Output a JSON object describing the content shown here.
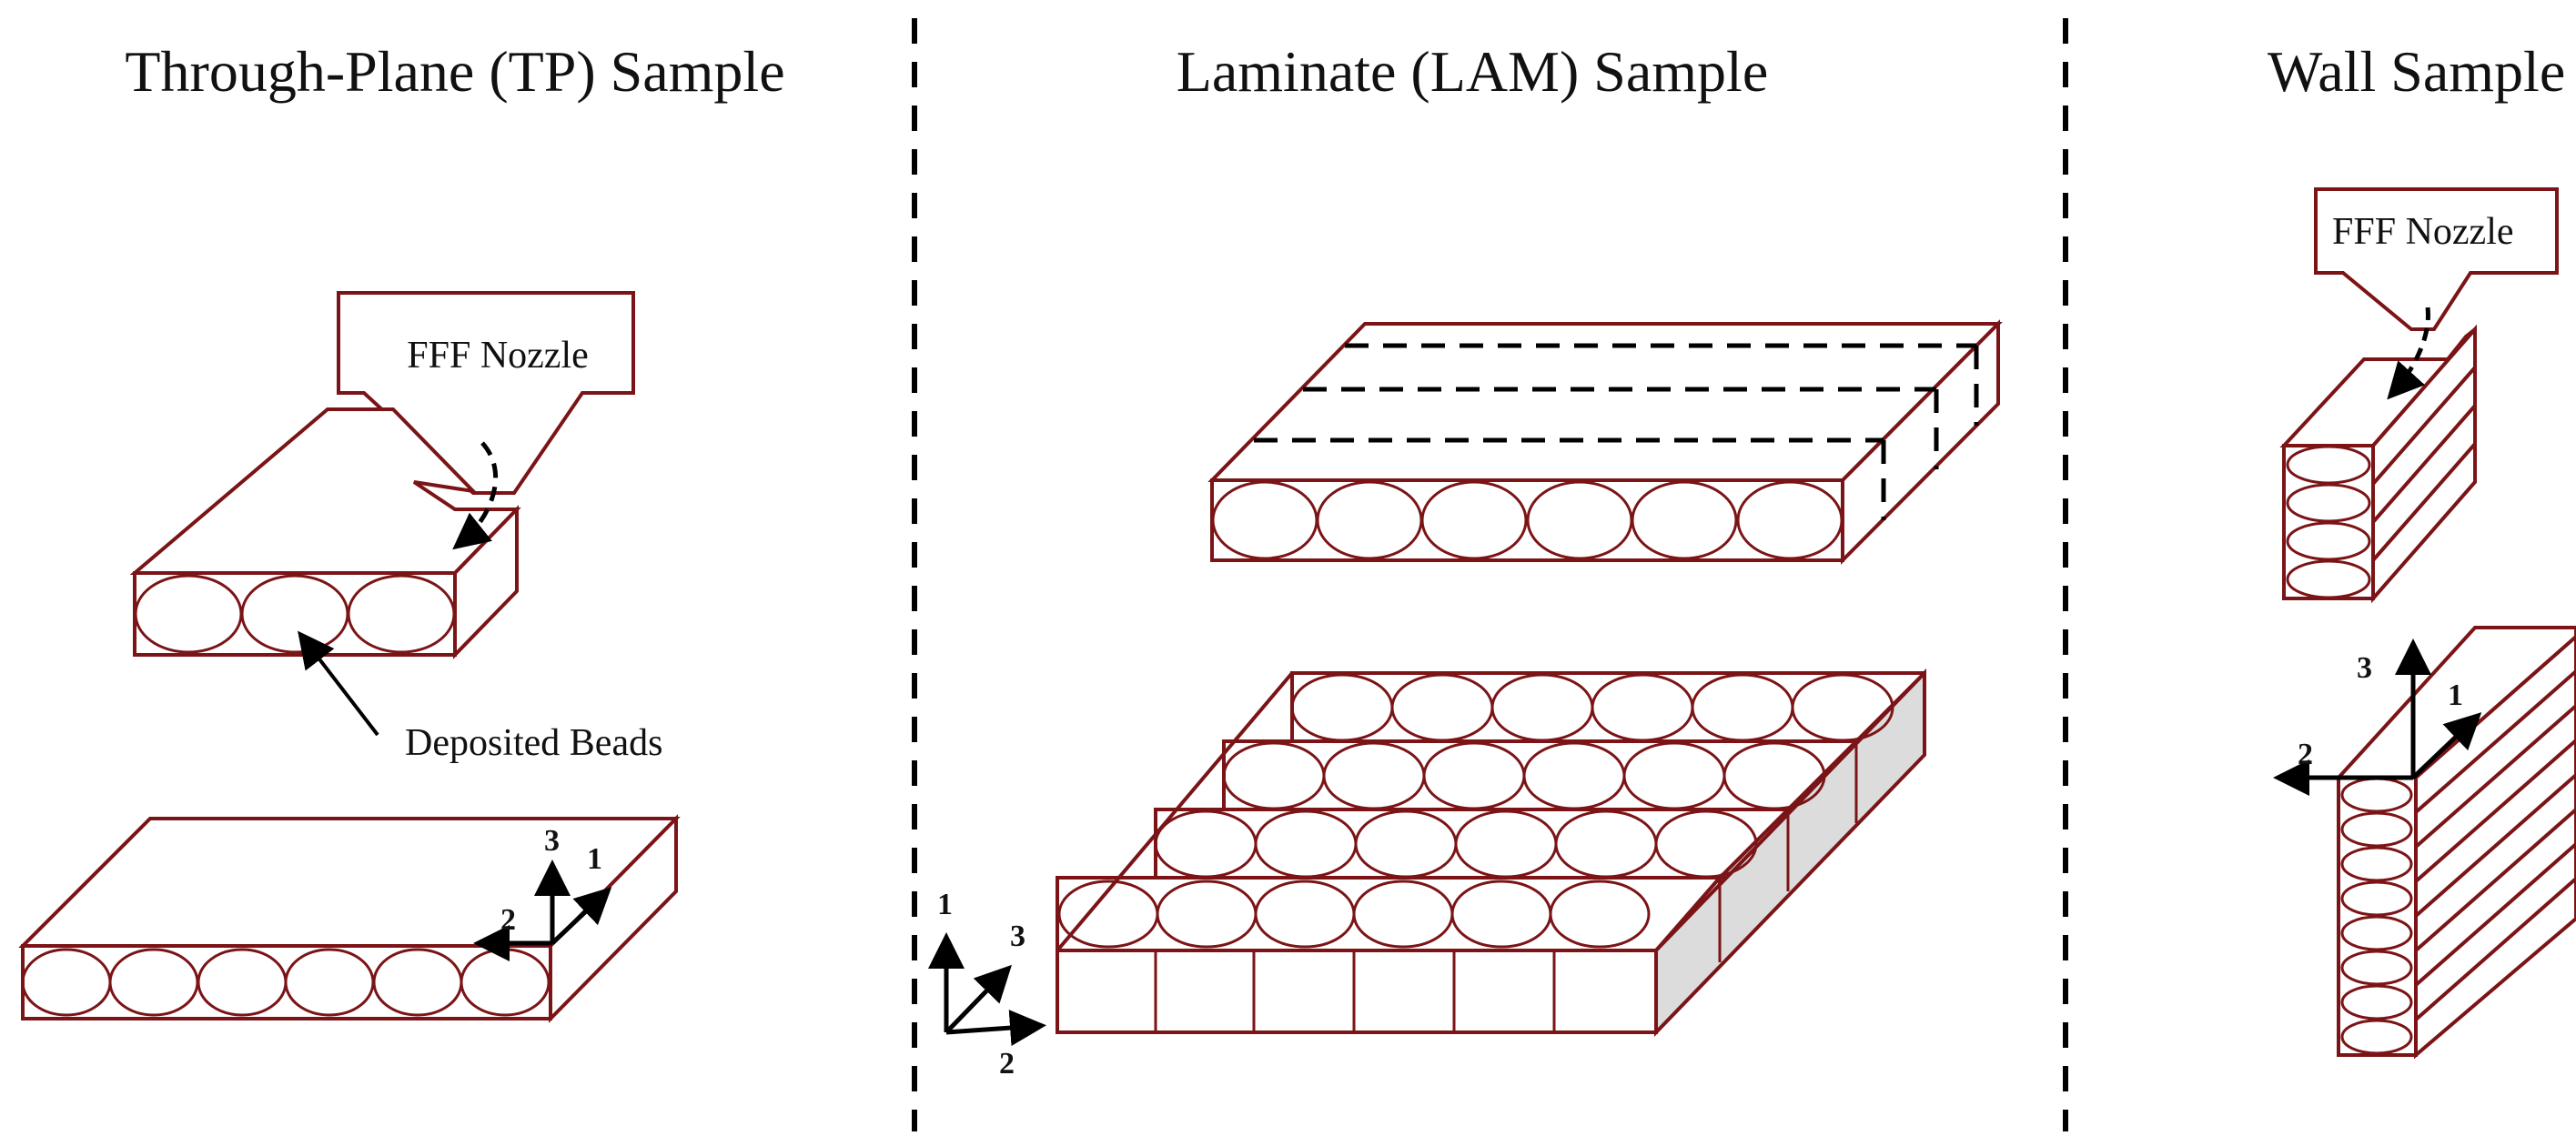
{
  "colors": {
    "outline": "#7B1416",
    "annotation": "#000000",
    "side_face": "#DCDCDC",
    "background": "#FFFFFF"
  },
  "panels": {
    "tp": {
      "title": "Through-Plane (TP) Sample",
      "nozzle_label": "FFF Nozzle",
      "beads_label": "Deposited Beads",
      "axes": {
        "a1": "1",
        "a2": "2",
        "a3": "3"
      }
    },
    "lam": {
      "title": "Laminate (LAM) Sample",
      "axes": {
        "a1": "1",
        "a2": "2",
        "a3": "3"
      }
    },
    "wall": {
      "title": "Wall Sample",
      "nozzle_label": "FFF Nozzle",
      "axes": {
        "a1": "1",
        "a2": "2",
        "a3": "3"
      }
    }
  }
}
